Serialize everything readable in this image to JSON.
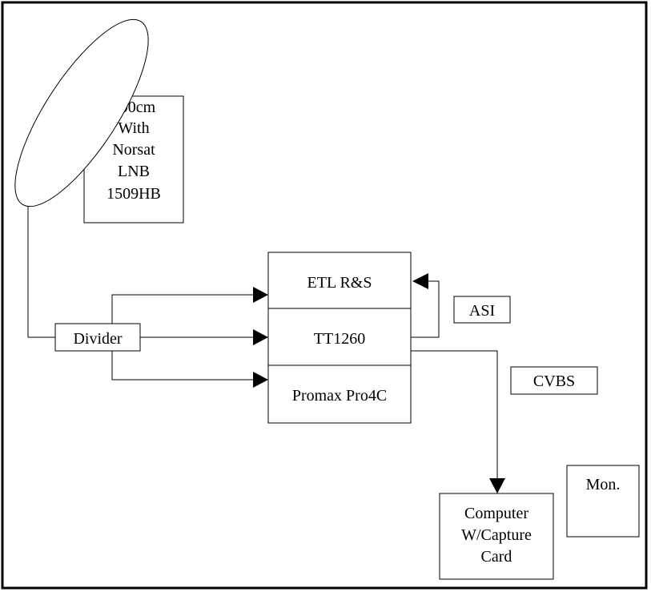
{
  "colors": {
    "stroke": "#000000",
    "background": "#ffffff"
  },
  "nodes": {
    "dish_lines": [
      "100cm",
      "With",
      "Norsat",
      "LNB",
      "1509HB"
    ],
    "divider": "Divider",
    "etl": "ETL R&S",
    "tt": "TT1260",
    "promax": "Promax Pro4C",
    "asi": "ASI",
    "cvbs": "CVBS",
    "computer_lines": [
      "Computer",
      "W/Capture",
      "Card"
    ],
    "monitor": "Mon."
  }
}
